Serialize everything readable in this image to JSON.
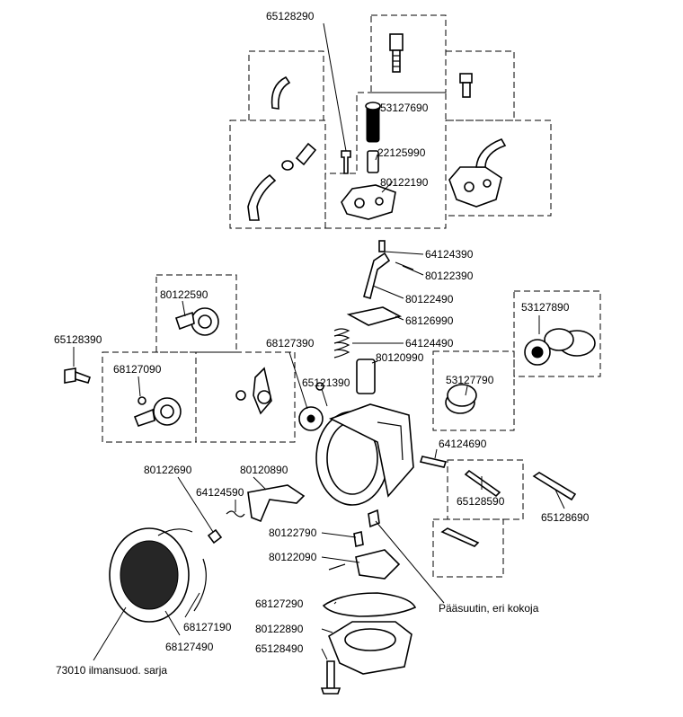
{
  "parts": [
    {
      "code": "65128290"
    },
    {
      "code": "53127690"
    },
    {
      "code": "22125990"
    },
    {
      "code": "80122190"
    },
    {
      "code": "64124390"
    },
    {
      "code": "80122390"
    },
    {
      "code": "80122490"
    },
    {
      "code": "68126990"
    },
    {
      "code": "64124490"
    },
    {
      "code": "80120990"
    },
    {
      "code": "53127890"
    },
    {
      "code": "53127790"
    },
    {
      "code": "80122590"
    },
    {
      "code": "65128390"
    },
    {
      "code": "68127090"
    },
    {
      "code": "68127390"
    },
    {
      "code": "65121390"
    },
    {
      "code": "64124690"
    },
    {
      "code": "65128590"
    },
    {
      "code": "65128690"
    },
    {
      "code": "80122690"
    },
    {
      "code": "80120890"
    },
    {
      "code": "64124590"
    },
    {
      "code": "80122790"
    },
    {
      "code": "80122090"
    },
    {
      "code": "68127290"
    },
    {
      "code": "80122890"
    },
    {
      "code": "65128490"
    },
    {
      "code": "68127190"
    },
    {
      "code": "68127490"
    }
  ],
  "notes": {
    "main_jet": "Pääsuutin, eri kokoja",
    "air_filter_set": "73010 ilmansuod. sarja"
  }
}
